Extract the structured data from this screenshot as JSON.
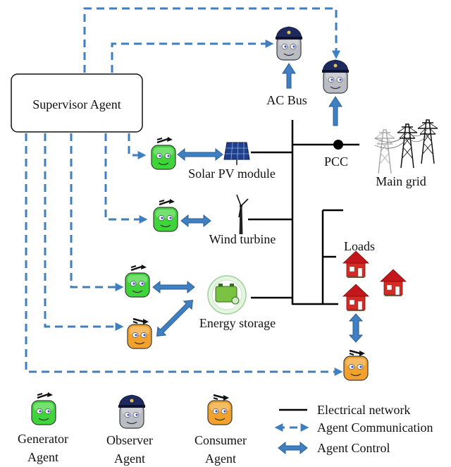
{
  "supervisor": {
    "label": "Supervisor Agent"
  },
  "components": {
    "ac_bus": "AC Bus",
    "pcc": "PCC",
    "main_grid": "Main grid",
    "solar": "Solar PV module",
    "wind": "Wind turbine",
    "storage": "Energy storage",
    "loads": "Loads"
  },
  "agent_types": {
    "generator": [
      "Generator",
      "Agent"
    ],
    "observer": [
      "Observer",
      "Agent"
    ],
    "consumer": [
      "Consumer",
      "Agent"
    ]
  },
  "legend": {
    "electrical": "Electrical network",
    "communication": "Agent Communication",
    "control": "Agent Control"
  },
  "colors": {
    "generator": "#3fd43a",
    "observer": "#b9bcc2",
    "consumer": "#f2a22c",
    "communication": "#3d7fc1",
    "control": "#3f7fc2",
    "house_roof": "#c4171c",
    "house_wall": "#d62a24"
  }
}
